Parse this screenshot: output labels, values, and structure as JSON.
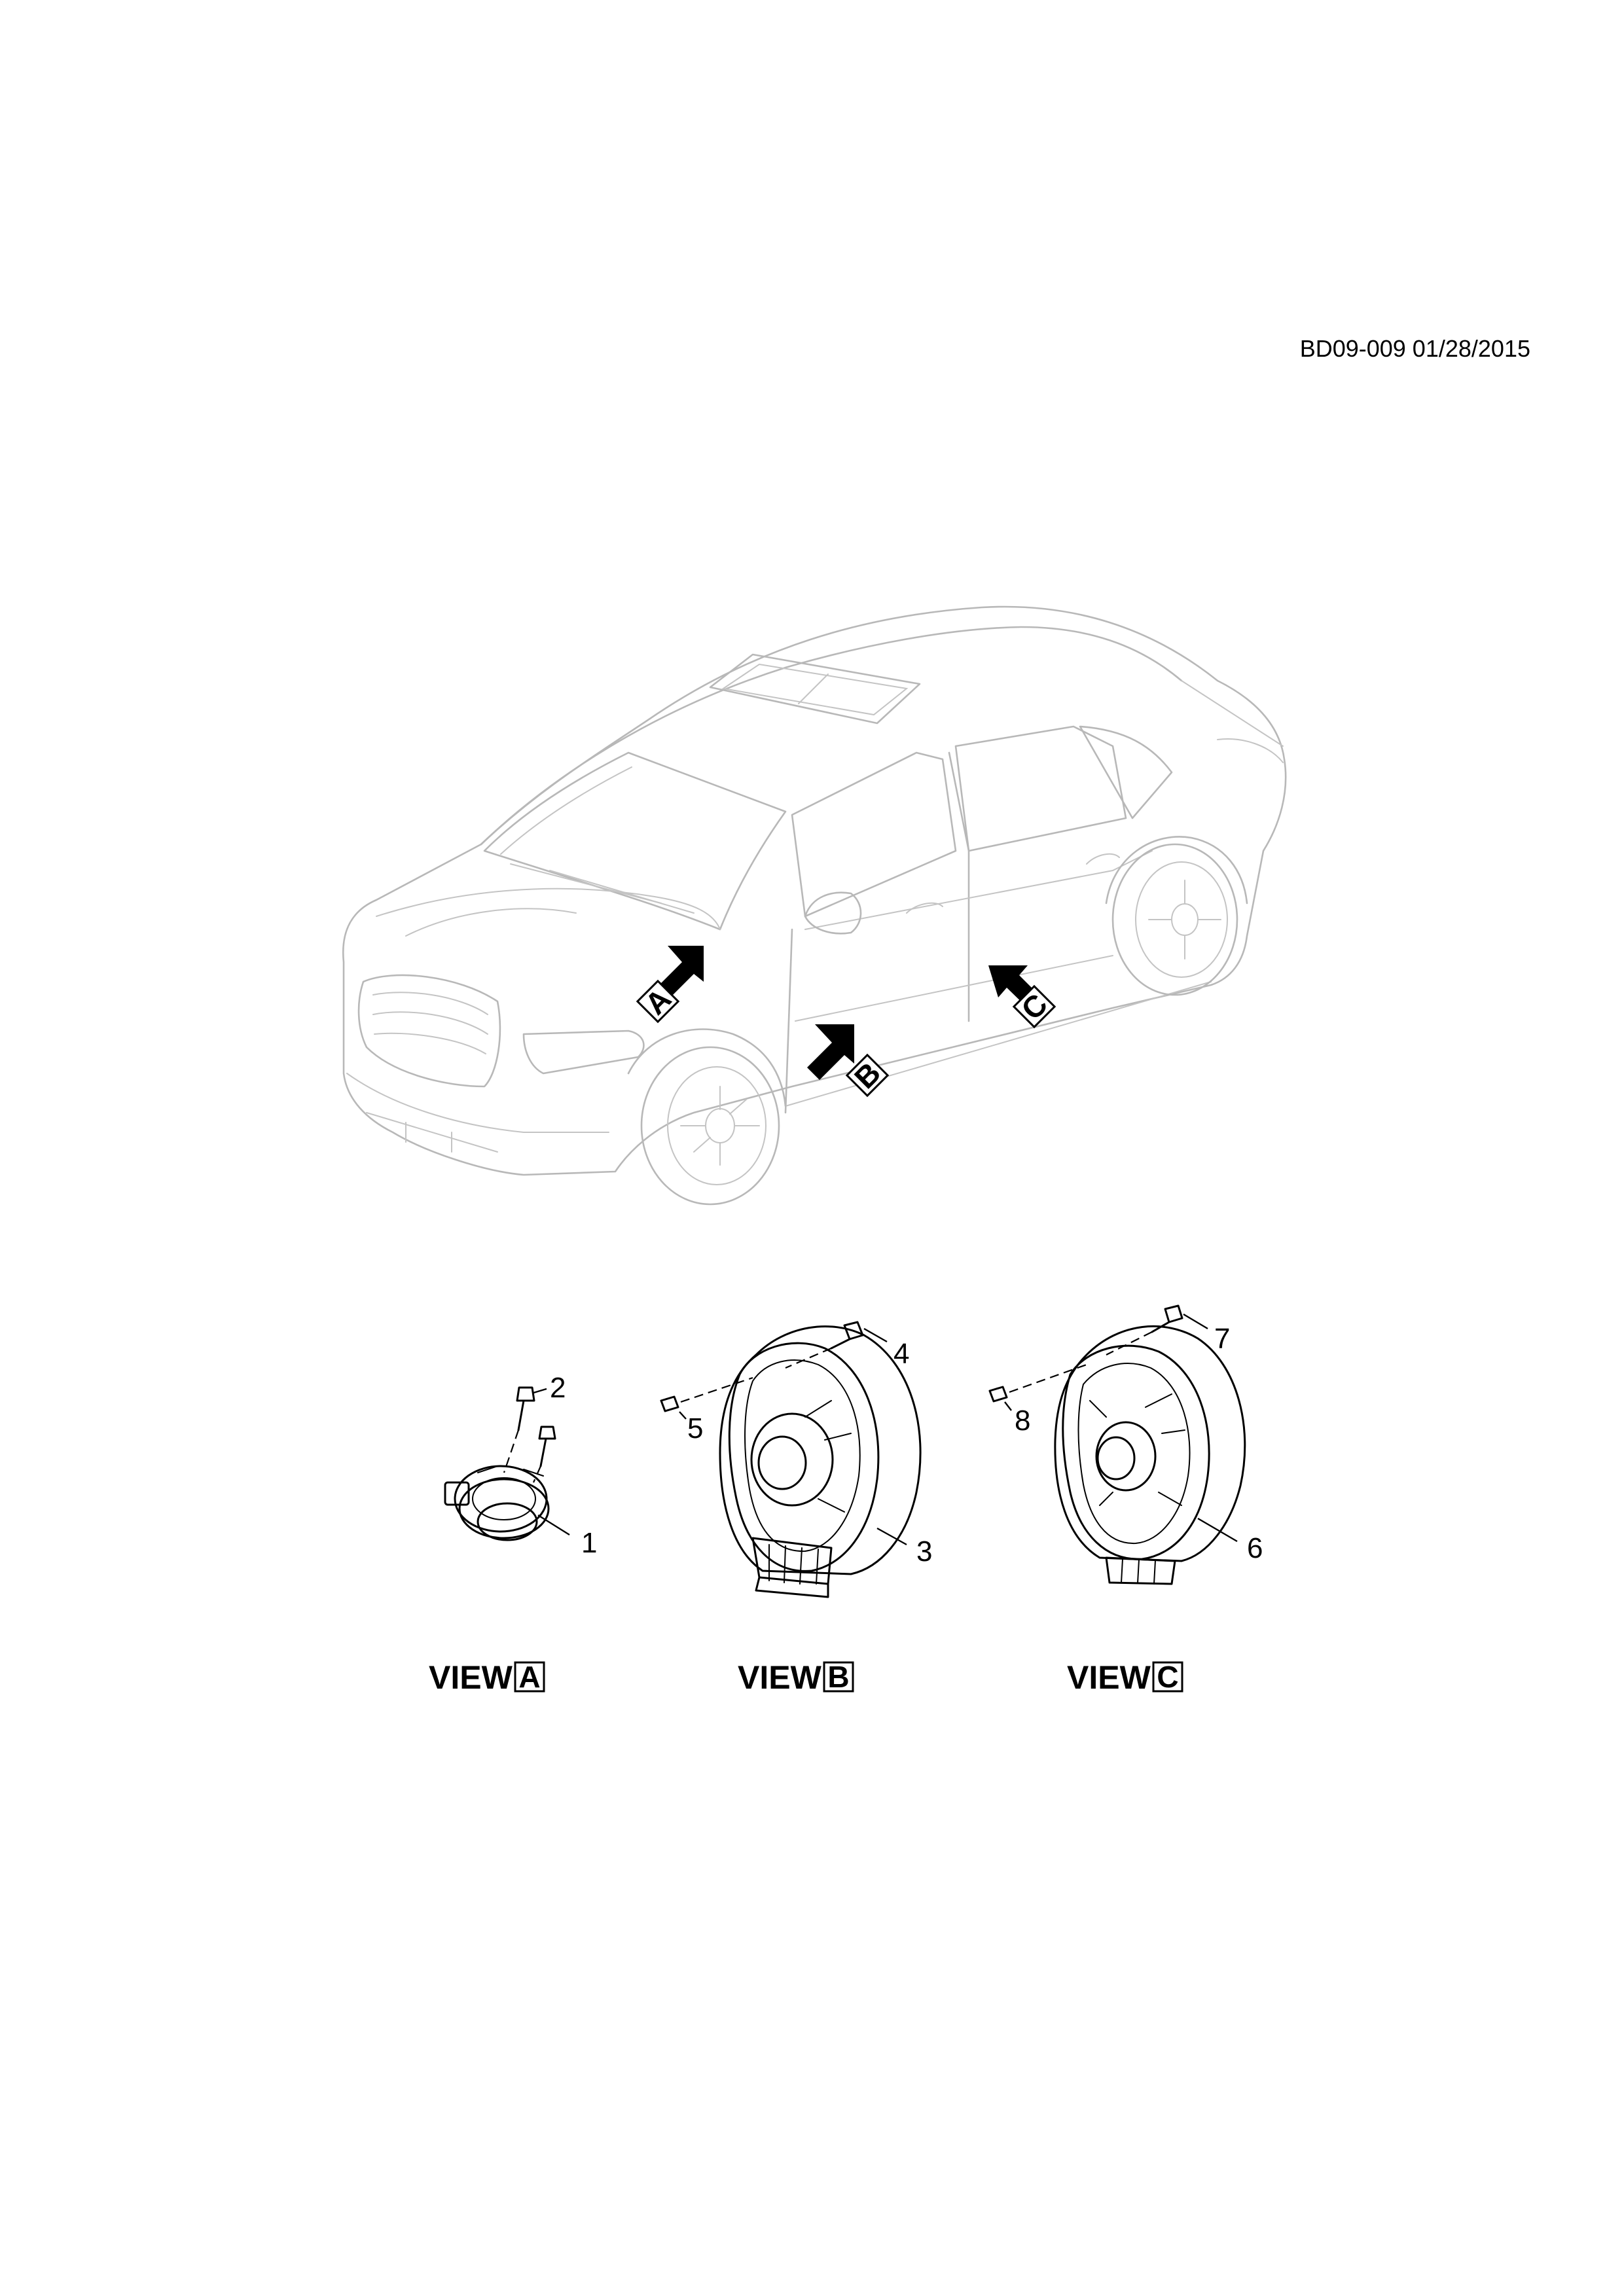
{
  "header": {
    "ref_code": "BD09-009 01/28/2015"
  },
  "car": {
    "markers": [
      {
        "letter": "A"
      },
      {
        "letter": "B"
      },
      {
        "letter": "C"
      }
    ]
  },
  "callouts": [
    "1",
    "2",
    "3",
    "4",
    "5",
    "6",
    "7",
    "8"
  ],
  "views": [
    {
      "word": "VIEW",
      "letter": "A"
    },
    {
      "word": "VIEW",
      "letter": "B"
    },
    {
      "word": "VIEW",
      "letter": "C"
    }
  ]
}
